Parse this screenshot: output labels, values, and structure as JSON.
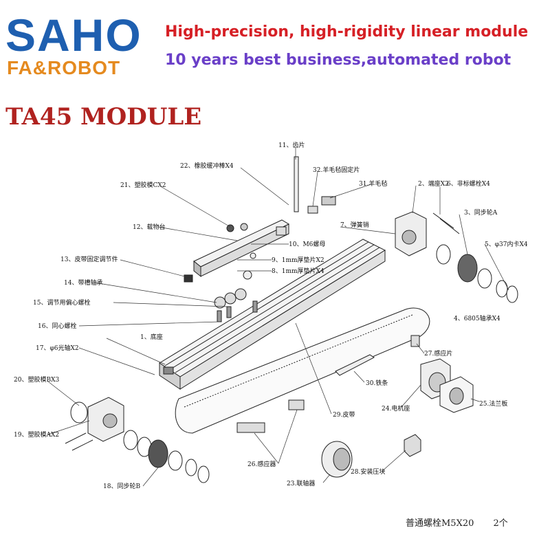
{
  "header": {
    "logo_main": "SAHO",
    "logo_sub": "FA&ROBOT",
    "tagline1": "High-precision, high-rigidity linear module",
    "tagline2": "10 years best business,automated robot",
    "module_title": "TA45 MODULE"
  },
  "colors": {
    "logo_blue": "#1e5fb0",
    "logo_orange": "#e58a1f",
    "tag_red": "#d62026",
    "tag_purple": "#6a3fc8",
    "title_red": "#b0221f"
  },
  "parts": [
    "1、底座",
    "2、端座X2",
    "3、同步轮A",
    "4、6805轴承X4",
    "5、φ37内卡X4",
    "6、非标螺栓X4",
    "7、弹簧销",
    "8、1mm厚垫片X4",
    "9、1mm厚垫片X2",
    "10、M6螺母",
    "11、齿片",
    "12、载物台",
    "13、皮带固定调节件",
    "14、带槽轴承",
    "15、调节用偏心螺栓",
    "16、同心螺栓",
    "17、φ6光轴X2",
    "18、同步轮B",
    "19、塑胶模AX2",
    "20、塑胶模BX3",
    "21、塑胶模CX2",
    "22、橡胶缓冲棒X4",
    "23.联轴器",
    "24.电机座",
    "25.法兰板",
    "26.感应器",
    "27.感应片",
    "28.安装压块",
    "29.皮带",
    "30.铁条",
    "31.羊毛毡",
    "32.羊毛毡固定片"
  ],
  "footer": {
    "note": "普通螺栓M5X20",
    "qty": "2个"
  }
}
